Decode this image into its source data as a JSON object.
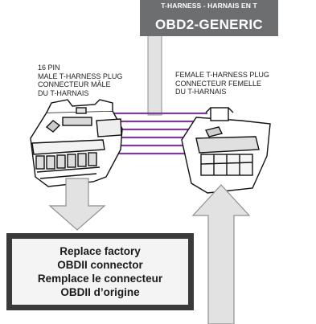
{
  "harness_tag": {
    "subtitle": "T-HARNESS - HARNAIS EN T",
    "title": "OBD2-GENERIC"
  },
  "male_plug": {
    "lines": [
      "16  PIN",
      "MALE T-HARNESS PLUG",
      "CONNECTEUR MÂLE",
      "DU T-HARNAIS"
    ]
  },
  "female_plug": {
    "lines": [
      "FEMALE T-HARNESS PLUG",
      "CONNECTEUR FEMELLE",
      "DU T-HARNAIS"
    ]
  },
  "note_box": {
    "lines": [
      "Replace factory",
      "OBDII connector",
      "Remplace le connecteur",
      "OBDII d’origine"
    ]
  },
  "colors": {
    "tag_background": "#6d6e70",
    "wire": "#7d3f96",
    "arrow_fill": "#e2e2e2",
    "arrow_stroke": "#8f8f8f",
    "box_border": "#3a3a3a"
  }
}
